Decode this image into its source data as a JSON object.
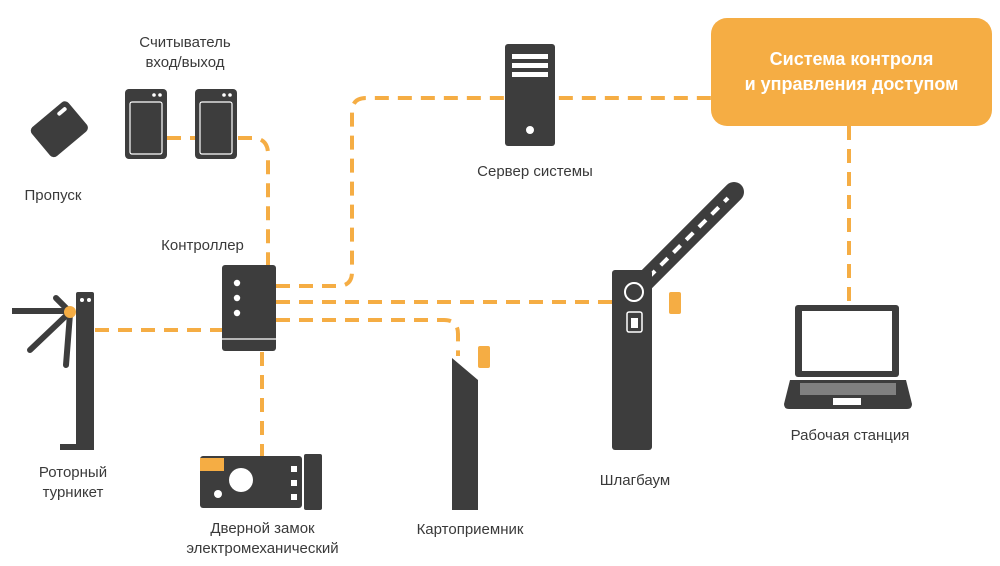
{
  "colors": {
    "accent": "#f5ad44",
    "device": "#3d3d3d",
    "text": "#3a3a3a",
    "white": "#ffffff"
  },
  "system_box": {
    "line1": "Система контроля",
    "line2": "и управления доступом"
  },
  "labels": {
    "reader_line1": "Считыватель",
    "reader_line2": "вход/выход",
    "pass": "Пропуск",
    "server": "Сервер системы",
    "controller": "Контроллер",
    "turnstile_line1": "Роторный",
    "turnstile_line2": "турникет",
    "lock_line1": "Дверной замок",
    "lock_line2": "электромеханический",
    "card_collector": "Картоприемник",
    "barrier": "Шлагбаум",
    "workstation": "Рабочая станция"
  },
  "icons": [
    "pass-card-icon",
    "card-reader-icon",
    "server-icon",
    "controller-icon",
    "turnstile-icon",
    "door-lock-icon",
    "card-collector-icon",
    "barrier-icon",
    "laptop-icon"
  ]
}
